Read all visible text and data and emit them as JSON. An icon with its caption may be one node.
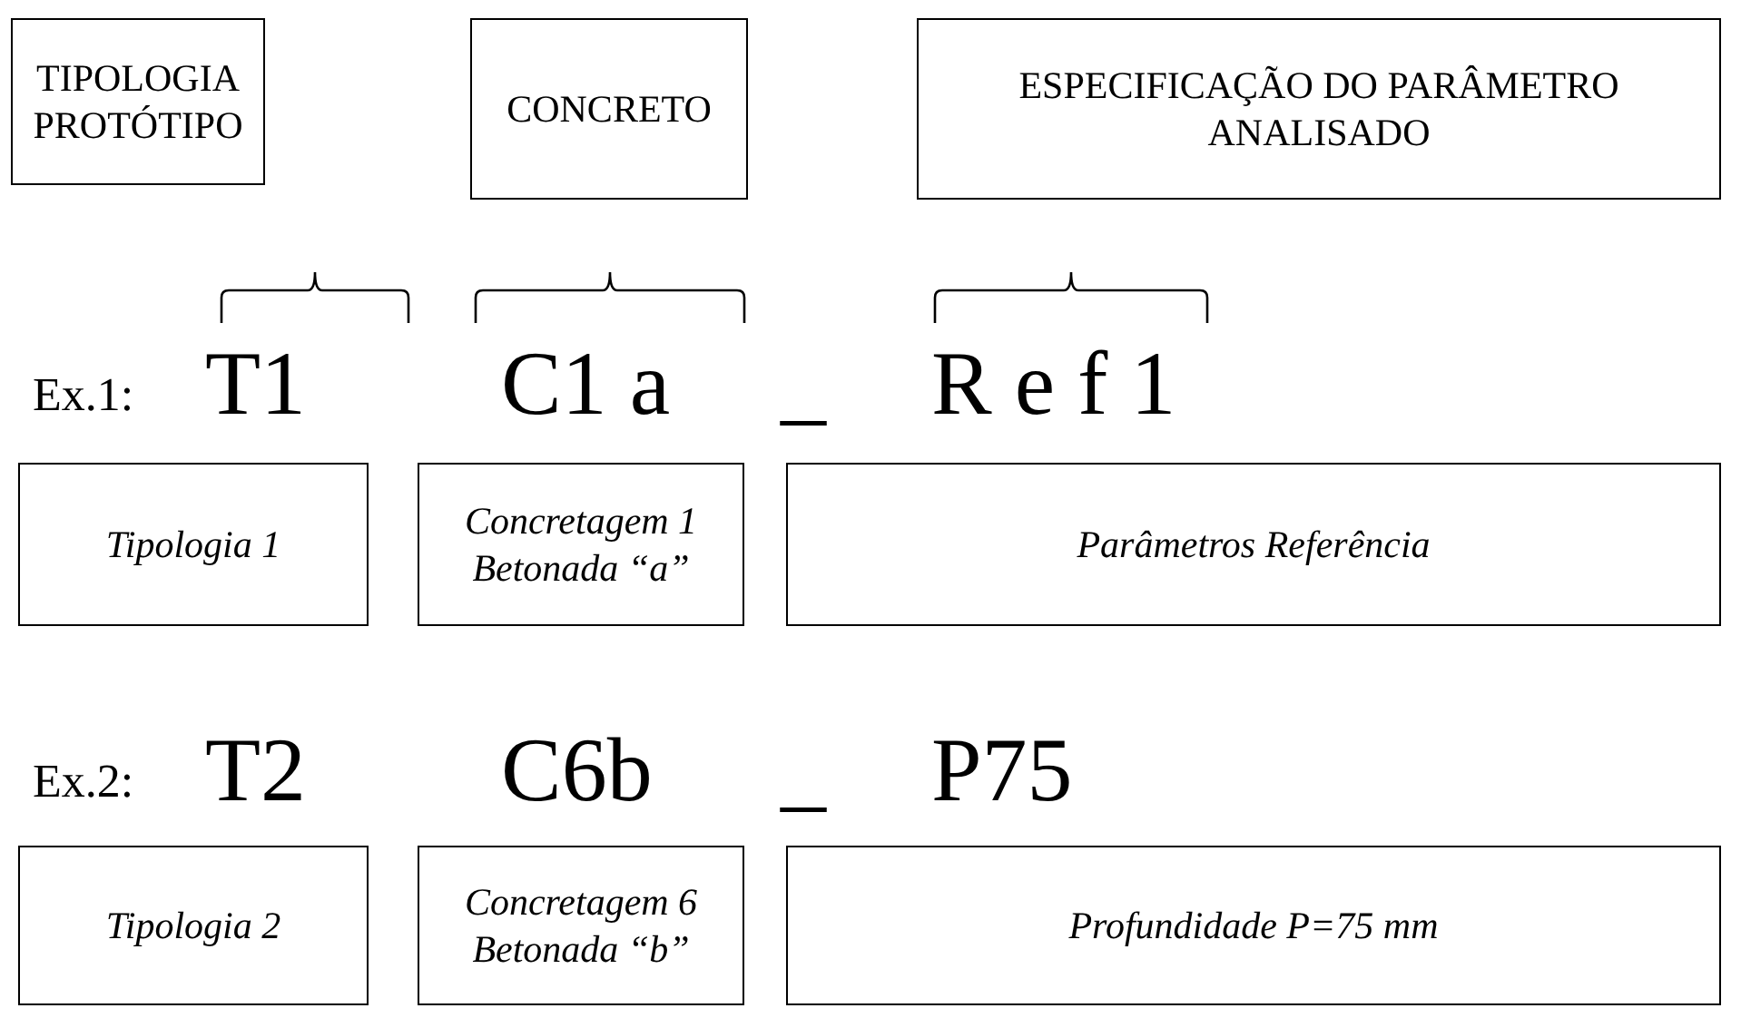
{
  "diagram": {
    "nodes": [
      {
        "text": [
          "TIPOLOGIA PROTÓTIPO"
        ]
      },
      {
        "text": [
          "CONCRETO"
        ]
      },
      {
        "text": [
          "ESPECIFICAÇÃO DO PARÂMETRO ANALISADO"
        ]
      },
      {
        "text": [
          "Tipologia 1"
        ]
      },
      {
        "text": [
          "Concretagem 1 Betonada “a”"
        ]
      },
      {
        "text": [
          "Parâmetros Referência"
        ]
      },
      {
        "text": [
          "Tipologia 2"
        ]
      },
      {
        "text": [
          "Concretagem 6 Betonada “b”"
        ]
      },
      {
        "text": [
          "Profundidade P=75 mm"
        ]
      }
    ],
    "edges": [],
    "labels": [
      "Ex.1:",
      "T1",
      "C1 a",
      "_",
      "R e f 1",
      "Ex.2:",
      "T2",
      "C6b",
      "_",
      "P75"
    ]
  }
}
